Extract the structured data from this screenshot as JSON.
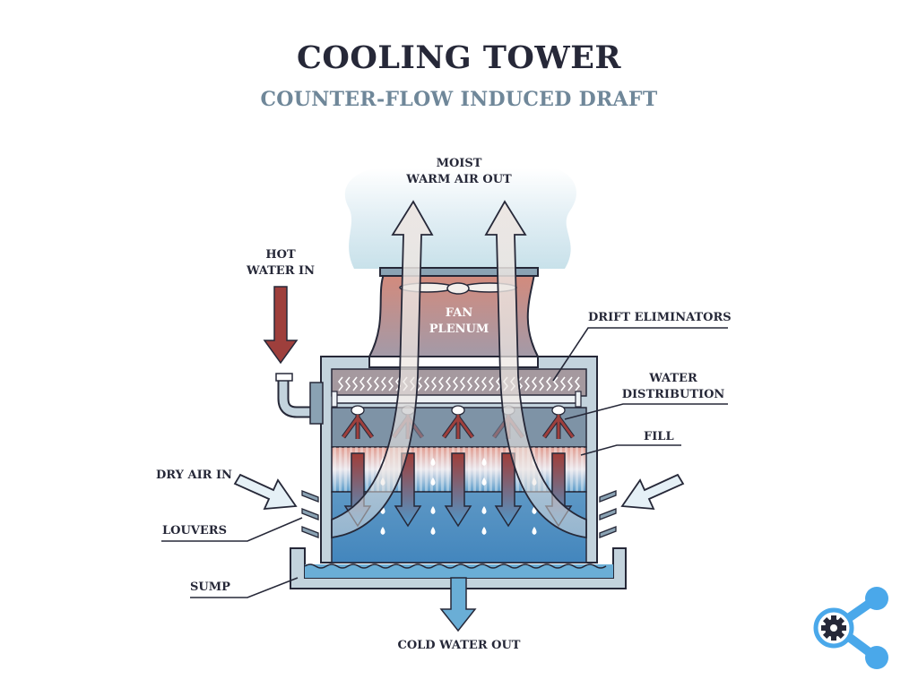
{
  "header": {
    "title": "COOLING TOWER",
    "subtitle": "COUNTER-FLOW INDUCED DRAFT"
  },
  "labels": {
    "moist_air_line1": "MOIST",
    "moist_air_line2": "WARM AIR OUT",
    "hot_water_line1": "HOT",
    "hot_water_line2": "WATER IN",
    "fan_line1": "FAN",
    "fan_line2": "PLENUM",
    "drift_eliminators": "DRIFT ELIMINATORS",
    "water_distribution_line1": "WATER",
    "water_distribution_line2": "DISTRIBUTION",
    "fill": "FILL",
    "dry_air_in": "DRY AIR IN",
    "louvers": "LOUVERS",
    "sump": "SUMP",
    "cold_water_out": "COLD WATER OUT"
  },
  "colors": {
    "outline": "#262838",
    "hot_water": "#9e3f3c",
    "cold_water": "#4f96c6",
    "casing": "#c3d3dd",
    "plenum_top": "#cf8c80",
    "plenum_bottom": "#a59aa6",
    "steam": "#d9e9f0",
    "logo_blue": "#4aa8ea"
  },
  "logo": {
    "icon": "share-gear-icon"
  }
}
